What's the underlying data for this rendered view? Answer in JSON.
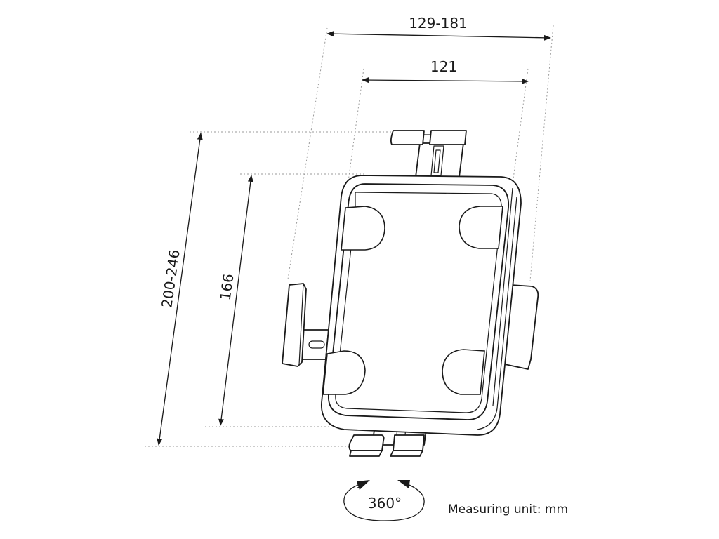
{
  "diagram": {
    "dimensions": {
      "outer_width": "129-181",
      "inner_width": "121",
      "outer_height": "200-246",
      "inner_height": "166"
    },
    "rotation": "360°",
    "unit_note": "Measuring unit: mm"
  }
}
